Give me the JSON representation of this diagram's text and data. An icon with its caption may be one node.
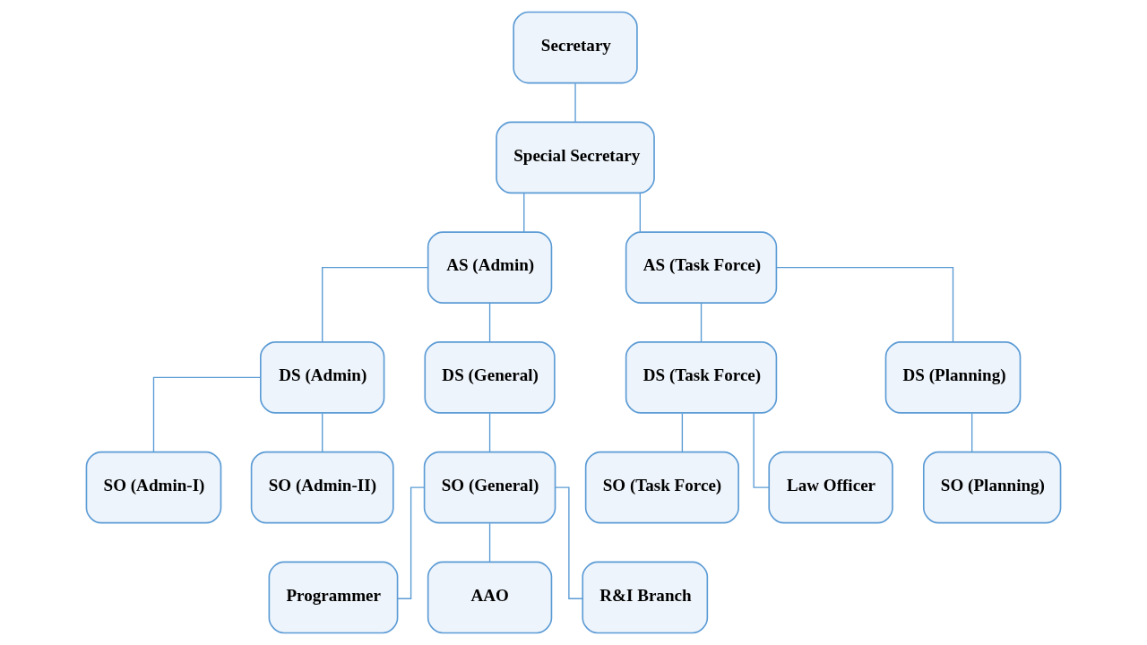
{
  "diagram": {
    "nodes": [
      {
        "text": [
          "Secretary"
        ]
      },
      {
        "text": [
          "Special Secretary"
        ]
      },
      {
        "text": [
          "AS (Admin)"
        ]
      },
      {
        "text": [
          "AS (Task Force)"
        ]
      },
      {
        "text": [
          "DS (Admin)"
        ]
      },
      {
        "text": [
          "DS (General)"
        ]
      },
      {
        "text": [
          "DS (Task Force)"
        ]
      },
      {
        "text": [
          "DS (Planning)"
        ]
      },
      {
        "text": [
          "SO (Admin-I)"
        ]
      },
      {
        "text": [
          "SO (Admin-II)"
        ]
      },
      {
        "text": [
          "SO (General)"
        ]
      },
      {
        "text": [
          "SO (Task Force)"
        ]
      },
      {
        "text": [
          "Law Officer"
        ]
      },
      {
        "text": [
          "SO (Planning)"
        ]
      },
      {
        "text": [
          "Programmer"
        ]
      },
      {
        "text": [
          "AAO"
        ]
      },
      {
        "text": [
          "R&I Branch"
        ]
      }
    ],
    "edges": [
      {
        "from": 0,
        "to": 1,
        "arrow": "none"
      },
      {
        "from": 1,
        "to": 2,
        "arrow": "none"
      },
      {
        "from": 1,
        "to": 3,
        "arrow": "none"
      },
      {
        "from": 2,
        "to": 4,
        "arrow": "none"
      },
      {
        "from": 2,
        "to": 5,
        "arrow": "none"
      },
      {
        "from": 3,
        "to": 6,
        "arrow": "none"
      },
      {
        "from": 3,
        "to": 7,
        "arrow": "none"
      },
      {
        "from": 4,
        "to": 8,
        "arrow": "none"
      },
      {
        "from": 4,
        "to": 9,
        "arrow": "none"
      },
      {
        "from": 5,
        "to": 10,
        "arrow": "none"
      },
      {
        "from": 6,
        "to": 11,
        "arrow": "none"
      },
      {
        "from": 6,
        "to": 12,
        "arrow": "none"
      },
      {
        "from": 7,
        "to": 13,
        "arrow": "none"
      },
      {
        "from": 10,
        "to": 14,
        "arrow": "none"
      },
      {
        "from": 10,
        "to": 15,
        "arrow": "none"
      },
      {
        "from": 10,
        "to": 16,
        "arrow": "none"
      }
    ]
  }
}
